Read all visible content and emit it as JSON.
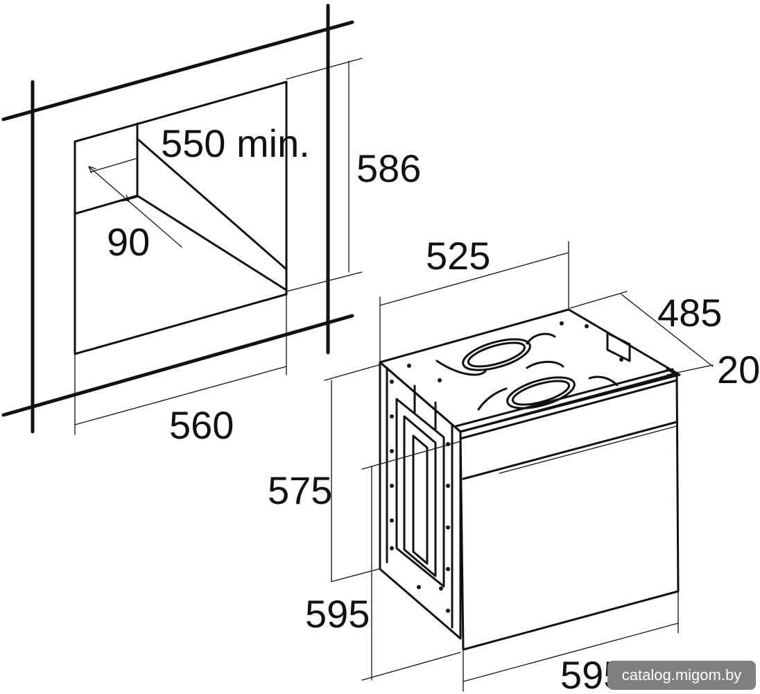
{
  "dimensions": {
    "niche_depth": "550 min.",
    "niche_height": "586",
    "vent_gap": "90",
    "niche_width": "560",
    "oven_top_width": "525",
    "oven_depth": "485",
    "front_panel_depth": "20",
    "oven_body_height": "575",
    "oven_front_height": "595",
    "oven_front_width": "595"
  },
  "watermark": "catalog.migom.by"
}
